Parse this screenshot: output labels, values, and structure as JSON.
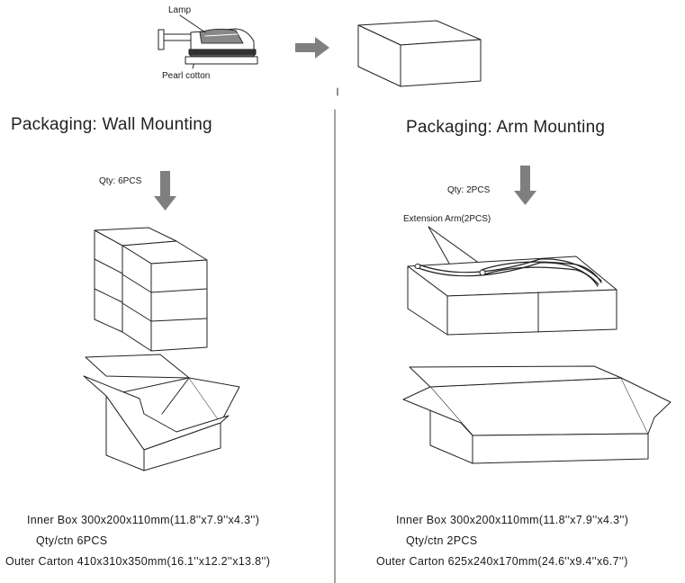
{
  "top": {
    "lamp_label": "Lamp",
    "pearl_label": "Pearl cotton"
  },
  "wall": {
    "heading": "Packaging: Wall Mounting",
    "qty_label": "Qty: 6PCS",
    "specs": {
      "inner_label": "Inner Box",
      "inner_value": "300x200x110mm(11.8''x7.9''x4.3'')",
      "qty_ctn_label": "Qty/ctn",
      "qty_ctn_value": "6PCS",
      "outer_label": "Outer Carton",
      "outer_value": "410x310x350mm(16.1''x12.2''x13.8'')"
    }
  },
  "arm": {
    "heading": "Packaging: Arm Mounting",
    "qty_label": "Qty: 2PCS",
    "extension_label": "Extension Arm(2PCS)",
    "specs": {
      "inner_label": "Inner Box",
      "inner_value": "300x200x110mm(11.8''x7.9''x4.3'')",
      "qty_ctn_label": "Qty/ctn",
      "qty_ctn_value": "2PCS",
      "outer_label": "Outer Carton",
      "outer_value": "625x240x170mm(24.6''x9.4''x6.7'')"
    }
  },
  "colors": {
    "arrow": "#7f7f7f",
    "line": "#222222"
  }
}
